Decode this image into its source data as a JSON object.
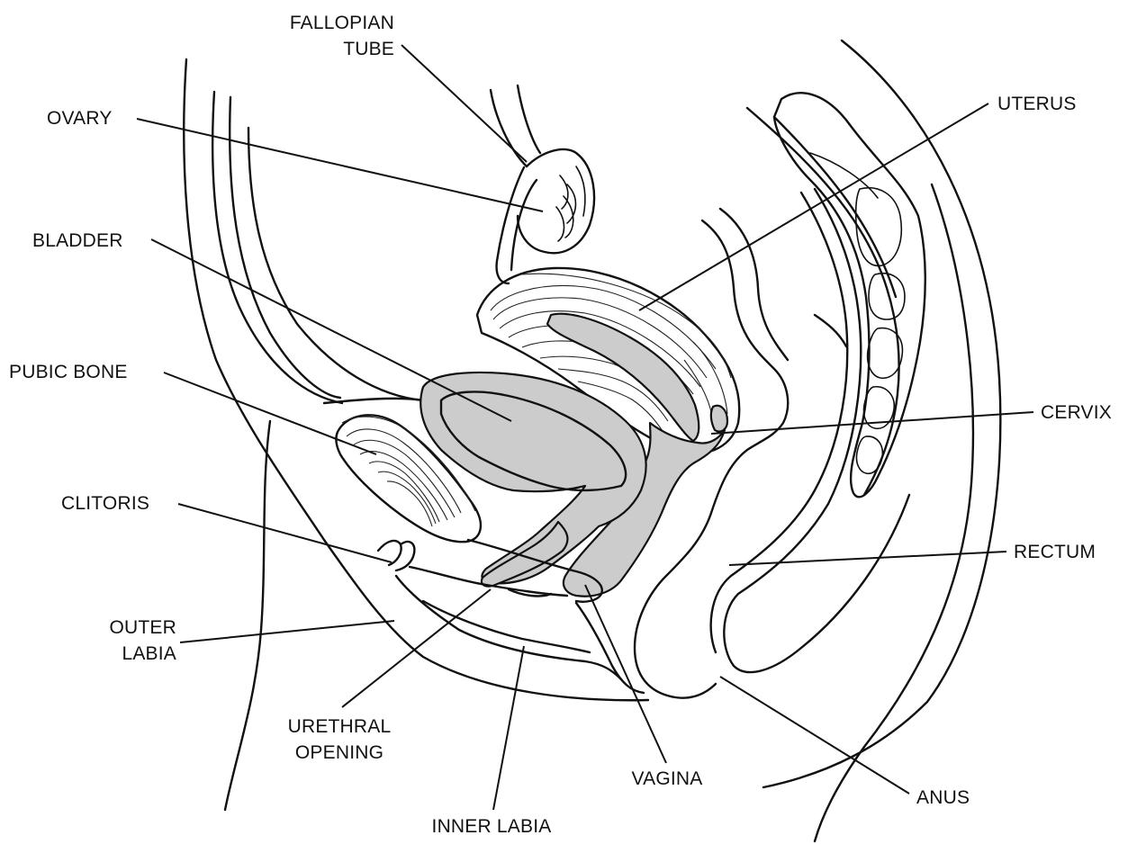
{
  "colors": {
    "background": "#ffffff",
    "line": "#111111",
    "fill": "#cccccc"
  },
  "labels": {
    "fallopian_tube": [
      "FALLOPIAN",
      "TUBE"
    ],
    "ovary": "OVARY",
    "uterus": "UTERUS",
    "bladder": "BLADDER",
    "pubic_bone": "PUBIC BONE",
    "cervix": "CERVIX",
    "clitoris": "CLITORIS",
    "rectum": "RECTUM",
    "outer_labia": [
      "OUTER",
      "LABIA"
    ],
    "urethral_opening": [
      "URETHRAL",
      "OPENING"
    ],
    "vagina": "VAGINA",
    "anus": "ANUS",
    "inner_labia": "INNER LABIA"
  }
}
